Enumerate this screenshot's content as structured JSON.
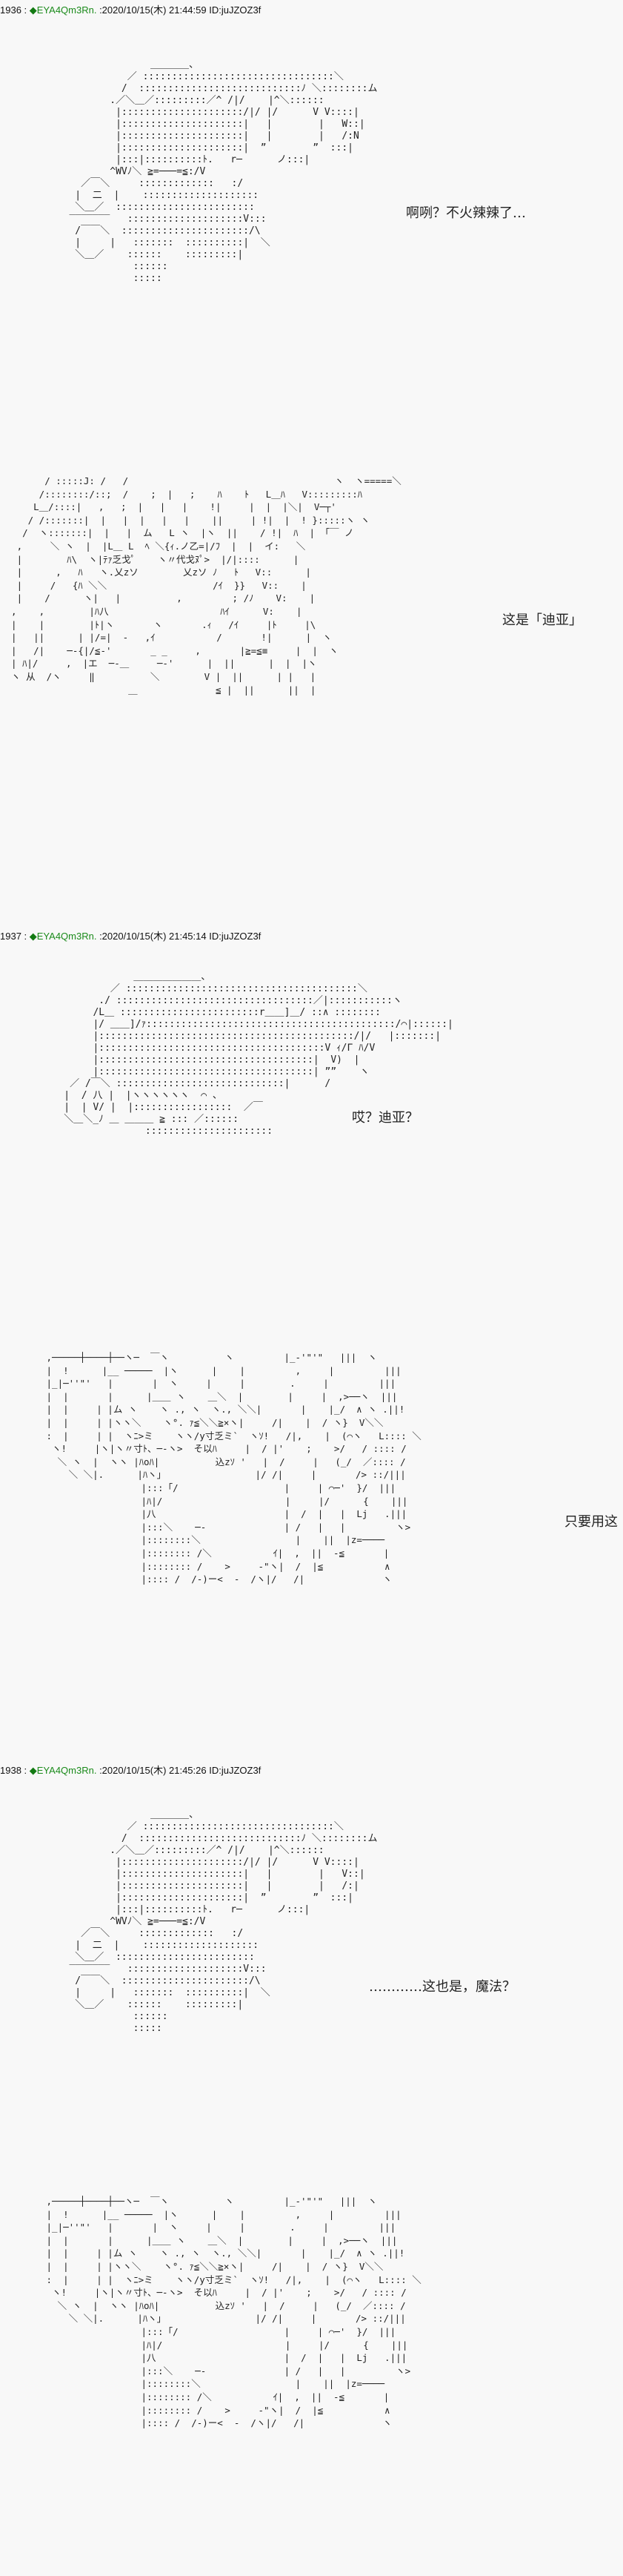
{
  "posts": [
    {
      "number": "1936",
      "separator": " : ",
      "trip_mark": "◆",
      "trip": "EYA4Qm3Rn.",
      "meta": " :2020/10/15(木) 21:44:59 ID:juJZOZ3f",
      "panels": [
        {
          "dialog": "啊咧？不火辣辣了…",
          "art": "                 ＿＿＿＿、\n             ／ :::::::::::::::::::::::::::::::::＼\n            /  ::::::::::::::::::::::::::::ﾉ ＼::::::::ム\n          .／＼＿／:::::::::／^ /|/    |^＼::::::\n           |:::::::::::::::::::::/|/ |/      V V::::|\n           |:::::::::::::::::::::|   |        |   W::|\n           |:::::::::::::::::::::|   |        |   /:N\n           |:::::::::::::::::::::|  ”        ”  :::|\n           |:::|::::::::::ﾄ.   r─      ノ:::|\n          ^WVﾉ＼ ≧=───=≦:/V\n     ／￣＼     :::::::::::::   :/\n    |  二  |    ::::::::::::::::::::\n    ＼＿／  ::::::::::::::::::::::::\n   ‾‾‾‾‾‾‾   ::::::::::::::::::::V:::\n    /￣￣＼  ::::::::::::::::::::::/\\\n    |     |   :::::::  ::::::::::|  ＼\n    ＼＿／    ::::::    :::::::::|   \n              ::::::\n              :::::"
        },
        {
          "dialog": "这是「迪亚」",
          "art": "        / :::::J: /   /                                     ヽ  ヽ=====＼\n       /::::::::/::;  /    ;  |   ;    ﾊ    ﾄ   L＿ﾊ   V:::::::::ﾊ\n      L＿/::::|   ,   ;  |   |   |    !|     |  |  |＼|  V─┬'\n     / /:::::::|  |   |  |   |   |    ||     | !|  |  ! }:::::ヽ ヽ\n    /  ヽ:::::::|  |   |  ム   L ヽ  |ヽ  ||    / !|  ﾊ  | 「￣ ノ\n   ,     ＼ ヽ  |  |L＿ L  ﾍ ＼{ｨ.ノ乙=|/ﾌ  |  |  イ:   ＼\n   |        ﾊ\\  ヽ|ﾃｧ乏戈ﾟ    ヽ〃代戈ﾇﾟ>  |/|::::      |\n   |      ,   ﾊ   ヽ.乂zソ        乂zソ ﾉ   ﾄ   V::      |\n   |     /   {ﾊ ＼＼                   /ｲ  }}   V::    |\n   |    /      ヽ|   |          ,         ; /ﾉ    V:    |\n  ,    ,        |ﾊ八                    ﾊｲ      V:    |\n  |    |        |ﾄ|ヽ       ヽ       .ｨ   /ｲ     |ﾄ     |\\\n  |   ||      | |/=|  ‐   ,ｲ           /       !|      |  ヽ\n  |   /|    ─‐{|/≦‐'       _ _     ,       |≧=≦≡     |  |  ヽ\n  | ﾊ|/     ,  |エ  ─‐＿     ─‐'      |  ||      |  |  |ヽ\n  ヽ 从  /ヽ     ‖ 　　　    ＼        V |  ||      | |   |\n                       ＿              ≦ |  ||      ||  |"
        }
      ]
    },
    {
      "number": "1937",
      "separator": " : ",
      "trip_mark": "◆",
      "trip": "EYA4Qm3Rn.",
      "meta": " :2020/10/15(木) 21:45:14 ID:juJZOZ3f",
      "panels": [
        {
          "dialog": "哎？迪亚？",
          "art": "                ＿＿＿＿＿＿＿、\n            ／ ::::::::::::::::::::::::::::::::::::::::＼\n          ./ ::::::::::::::::::::::::::::::::::／|:::::::::::ヽ\n         /L＿ ::::::::::::::::::::::::r＿＿]＿/ ::∧ ::::::::\n         |/ ＿＿]/ｧ:::::::::::::::::::::::::::::::::::::::::::/⌒|::::::|\n         |::::::::::::::::::::::::::::::::::::::::::::/|/   |:::::::|\n         |:::::::::::::::::::::::::::::::::::::::V ｨ/Γ ﾊ/V\n         |:::::::::::::::::::::::::::::::::::::|  V)  |\n         |:::::::::::::::::::::::::::::::::::::| ””    ヽ\n     ／ /￣＼ :::::::::::::::::::::::::::::|      /\n    |  / 八 |  |ヽヽヽヽヽヽ  ⌒ 、\n    |  | V/ |  |:::::::::::::::::  ／￣\n    ＼＿＼_ﾉ ＿ ＿＿＿ ≧ ::: ／::::::\n                  ::::::::::::::::::::::"
        },
        {
          "dialog": "只要用这",
          "art": " ,─────┼────┼──ヽ─  ￣ヽ          ヽ         |_‐'\"'\"   |||  ヽ\n |  !      |__ ─────  |ヽ      |    |         ,     |         |||\n |_|─''\"'   |       |  ヽ     |     |        .     |         |||\n |  |       |      |＿＿ ヽ    ＿＼  |        |     |  ,>──ヽ  |||\n |  |     | |ム ヽ    ヽ ., ヽ  ヽ., ＼＼|       |    |_/  ∧ ヽ .||!\n |  |     | |ヽヽ＼    ヽ°. ｧ≦＼＼≧×ヽ|     /|    |  / ヽ}  V＼＼\n :  |     | |  ヽﾆ>ミ    ヽヽ/y寸乏ミ`  ヽｿ!   /|,    |  (⌒ヽ   L:::: ＼\n  ヽ!     |ヽ|ヽ〃寸ﾄ、─‐ヽ>  そ以ﾊ     |  / |'    ;    >/   / :::: /\n   ＼ ヽ  |  ヽヽ |ﾊoﾊ|          込zｿ '   |  /     |   (_/  ／:::: /\n     ＼ ＼|.      |ﾊヽ」                |/ /|     |       /> ::/|||\n                  |:::「/                   |     | ⌒─'  }/  |||\n                  |ﾊ|/                      |     |/      {    |||\n                  |八                       |  /  |   |  Lj   .|||\n                  |:::＼    ─‐              | /   |   |         ヽ>\n                  |::::::::＼                 |    ||  |z=────\n                  |:::::::: /＼           ｲ|  ,  ||  ‐≦       |\n                  |:::::::: /    >     ‐\"ヽ|  /  |≦           ∧\n                  |:::: /  /‐)ー<  ‐  /ヽ|/   /|              ヽ"
        }
      ]
    },
    {
      "number": "1938",
      "separator": " : ",
      "trip_mark": "◆",
      "trip": "EYA4Qm3Rn.",
      "meta": " :2020/10/15(木) 21:45:26 ID:juJZOZ3f",
      "panels": [
        {
          "dialog": "…………这也是，魔法？",
          "art": "                 ＿＿＿＿、\n             ／ :::::::::::::::::::::::::::::::::＼\n            /  ::::::::::::::::::::::::::::ﾉ ＼::::::::ム\n          .／＼＿／:::::::::／^ /|/    |^＼::::::\n           |:::::::::::::::::::::/|/ |/      V V::::|\n           |:::::::::::::::::::::|   |        |   V::|\n           |:::::::::::::::::::::|   |        |   /:|\n           |:::::::::::::::::::::|  ”        ”  :::|\n           |:::|::::::::::ﾄ.   r─      ノ:::|\n          ^WVﾉ＼ ≧=───=≦:/V\n     ／￣＼     :::::::::::::   :/\n    |  二  |    ::::::::::::::::::::\n    ＼＿／  ::::::::::::::::::::::::\n   ‾‾‾‾‾‾‾   ::::::::::::::::::::V:::\n    /￣￣＼  ::::::::::::::::::::::/\\\n    |     |   :::::::  ::::::::::|  ＼\n    ＼＿／    ::::::    :::::::::|   \n              ::::::\n              :::::"
        },
        {
          "dialog": "",
          "art": " ,─────┼────┼──ヽ─  ￣ヽ          ヽ         |_‐'\"'\"   |||  ヽ\n |  !      |__ ─────  |ヽ      |    |         ,     |         |||\n |_|─''\"'   |       |  ヽ     |     |        .     |         |||\n |  |       |      |＿＿ ヽ    ＿＼  |        |     |  ,>──ヽ  |||\n |  |     | |ム ヽ    ヽ ., ヽ  ヽ., ＼＼|       |    |_/  ∧ ヽ .||!\n |  |     | |ヽヽ＼    ヽ°. ｧ≦＼＼≧×ヽ|     /|    |  / ヽ}  V＼＼\n :  |     | |  ヽﾆ>ミ    ヽヽ/y寸乏ミ`  ヽｿ!   /|,    |  (⌒ヽ   L:::: ＼\n  ヽ!     |ヽ|ヽ〃寸ﾄ、─‐ヽ>  そ以ﾊ     |  / |'    ;    >/   / :::: /\n   ＼ ヽ  |  ヽヽ |ﾊoﾊ|          込zｿ '   |  /     |   (_/  ／:::: /\n     ＼ ＼|.      |ﾊヽ」                |/ /|     |       /> ::/|||\n                  |:::「/                   |     | ⌒─'  }/  |||\n                  |ﾊ|/                      |     |/      {    |||\n                  |八                       |  /  |   |  Lj   .|||\n                  |:::＼    ─‐              | /   |   |         ヽ>\n                  |::::::::＼                 |    ||  |z=────\n                  |:::::::: /＼           ｲ|  ,  ||  ‐≦       |\n                  |:::::::: /    >     ‐\"ヽ|  /  |≦           ∧\n                  |:::: /  /‐)ー<  ‐  /ヽ|/   /|              ヽ"
        }
      ]
    }
  ],
  "colors": {
    "background": "#f8f8f8",
    "text": "#111111",
    "trip": "#1a8a1a"
  }
}
